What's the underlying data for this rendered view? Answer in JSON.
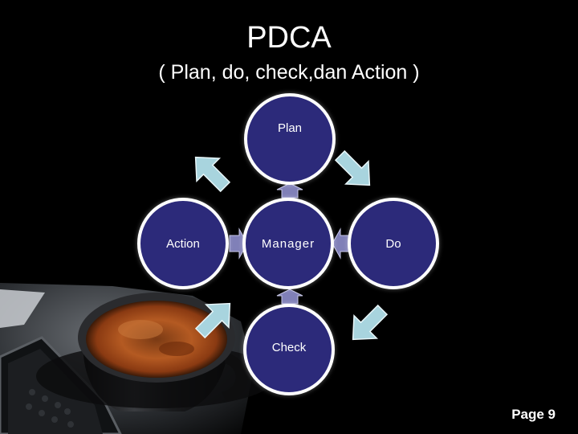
{
  "slide": {
    "title": "PDCA",
    "subtitle": "( Plan, do, check,dan Action )",
    "page_label": "Page 9"
  },
  "diagram": {
    "nodes": {
      "plan": "Plan",
      "action": "Action",
      "manager": "Manager",
      "do": "Do",
      "check": "Check"
    }
  },
  "colors": {
    "background": "#000000",
    "node_fill": "#2c2a7a",
    "node_border": "#ffffff",
    "outer_arrow": "#a8d4de",
    "inner_arrow": "#8080b8"
  },
  "icons": [
    "coffee-cup-photo",
    "mobile-phone-photo"
  ]
}
